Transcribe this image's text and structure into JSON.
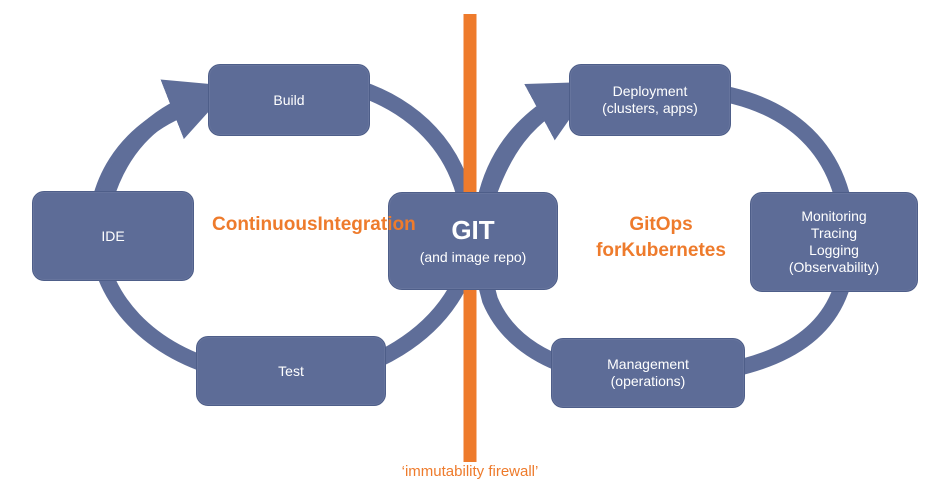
{
  "colors": {
    "node_fill": "#5d6c97",
    "node_border": "#4e5e89",
    "loop_stroke": "#5f6e99",
    "accent_orange": "#ee7b2c",
    "background": "#ffffff"
  },
  "ci_loop": {
    "label": [
      "Continuous",
      "Integration"
    ],
    "nodes": {
      "build": [
        "Build"
      ],
      "ide": [
        "IDE"
      ],
      "test": [
        "Test"
      ]
    }
  },
  "hub": {
    "title": "GIT",
    "subtitle": "(and image repo)"
  },
  "gitops_loop": {
    "label": [
      "GitOps for",
      "Kubernetes"
    ],
    "nodes": {
      "deployment": [
        "Deployment",
        "(clusters, apps)"
      ],
      "monitoring": [
        "Monitoring",
        "Tracing",
        "Logging",
        "(Observability)"
      ],
      "management": [
        "Management",
        "(operations)"
      ]
    }
  },
  "firewall": {
    "label": "‘immutability firewall’"
  }
}
